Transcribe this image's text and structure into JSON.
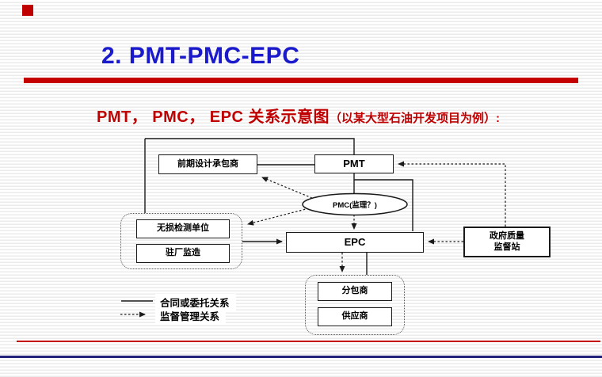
{
  "title": "2. PMT-PMC-EPC",
  "subtitle": {
    "main": "PMT， PMC， EPC 关系示意图",
    "paren": "（以某大型石油开发项目为例）:"
  },
  "diagram": {
    "nodes": {
      "design_contractor": "前期设计承包商",
      "pmt": "PMT",
      "pmc": "PMC(监理？)",
      "ndt_unit": "无损检测单位",
      "resident_supervision": "驻厂监造",
      "epc": "EPC",
      "gov_quality_line1": "政府质量",
      "gov_quality_line2": "监督站",
      "subcontractor": "分包商",
      "supplier": "供应商"
    },
    "legend": {
      "solid_label": "合同或委托关系",
      "dotted_label": "监督管理关系"
    }
  },
  "colors": {
    "title_blue": "#1a1acc",
    "accent_red": "#c00000",
    "navy_line": "#22227a",
    "diagram_line": "#1a1a1a"
  }
}
